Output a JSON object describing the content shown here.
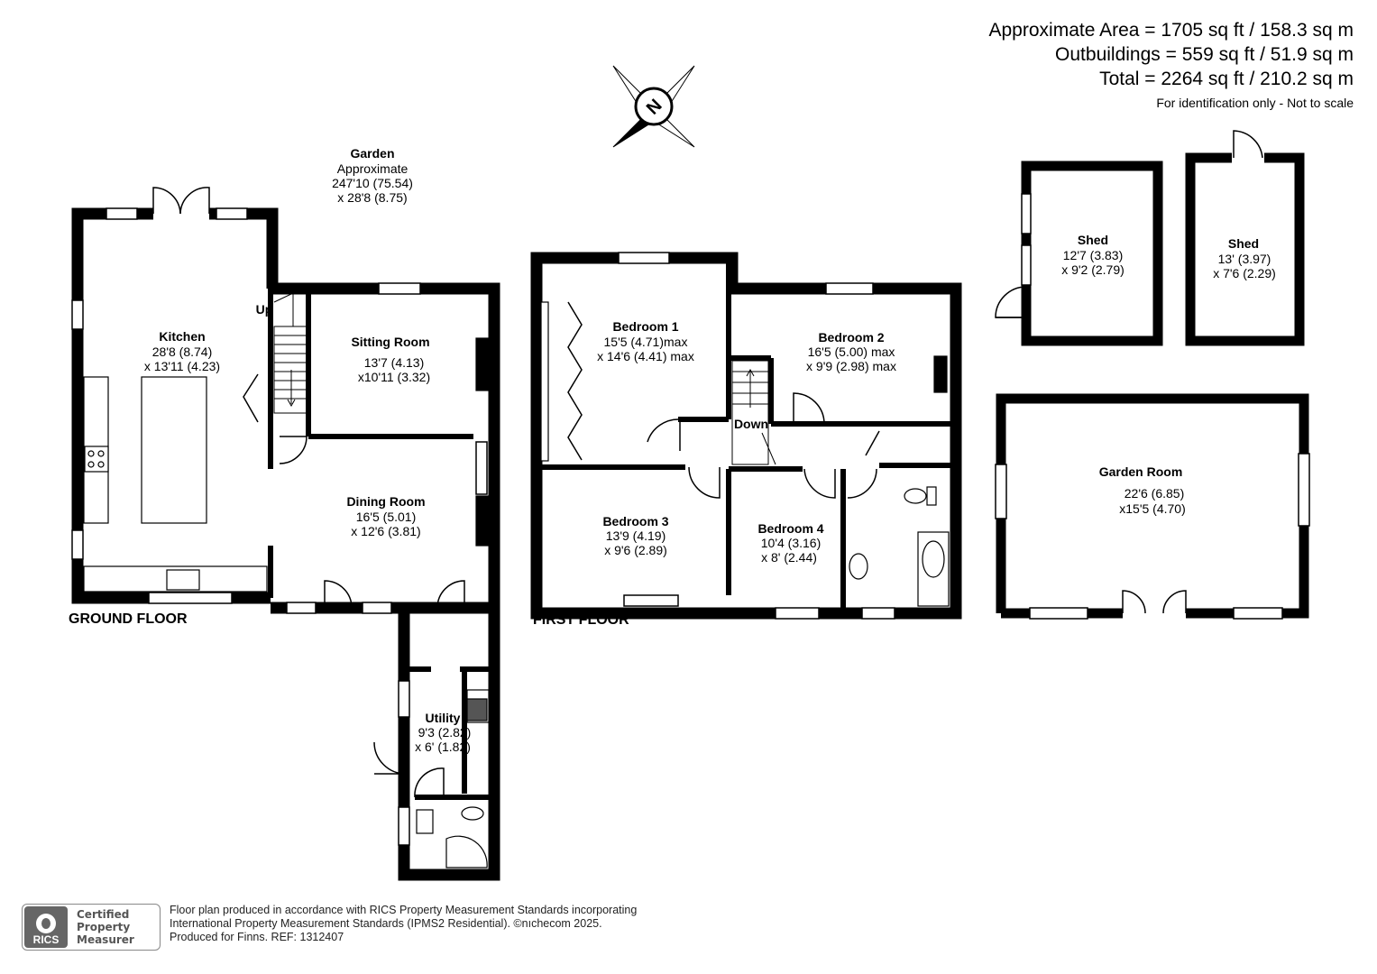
{
  "areas": {
    "approx_area": "Approximate Area = 1705 sq ft / 158.3 sq m",
    "outbuildings": "Outbuildings = 559 sq ft / 51.9 sq m",
    "total": "Total = 2264 sq ft / 210.2 sq m",
    "note": "For identification only - Not to scale"
  },
  "compass": {
    "letter": "N"
  },
  "garden": {
    "name": "Garden",
    "line1": "Approximate",
    "line2": "247'10 (75.54)",
    "line3": "x 28'8 (8.75)"
  },
  "ground_floor": {
    "label": "GROUND FLOOR",
    "kitchen": {
      "name": "Kitchen",
      "dim1": "28'8 (8.74)",
      "dim2": "x 13'11 (4.23)"
    },
    "sitting_room": {
      "name": "Sitting Room",
      "dim1": "13'7 (4.13)",
      "dim2": "x10'11 (3.32)"
    },
    "dining_room": {
      "name": "Dining Room",
      "dim1": "16'5 (5.01)",
      "dim2": "x 12'6 (3.81)"
    },
    "utility": {
      "name": "Utility",
      "dim1": "9'3 (2.82)",
      "dim2": "x 6' (1.82)"
    },
    "stairs_label": "Up"
  },
  "first_floor": {
    "label": "FIRST FLOOR",
    "bedroom1": {
      "name": "Bedroom 1",
      "dim1": "15'5 (4.71)max",
      "dim2": "x 14'6 (4.41) max"
    },
    "bedroom2": {
      "name": "Bedroom 2",
      "dim1": "16'5 (5.00) max",
      "dim2": "x 9'9 (2.98) max"
    },
    "bedroom3": {
      "name": "Bedroom 3",
      "dim1": "13'9 (4.19)",
      "dim2": "x 9'6 (2.89)"
    },
    "bedroom4": {
      "name": "Bedroom 4",
      "dim1": "10'4 (3.16)",
      "dim2": "x 8' (2.44)"
    },
    "stairs_label": "Down"
  },
  "outbuildings_plan": {
    "shed1": {
      "name": "Shed",
      "dim1": "12'7 (3.83)",
      "dim2": "x 9'2 (2.79)"
    },
    "shed2": {
      "name": "Shed",
      "dim1": "13' (3.97)",
      "dim2": "x 7'6 (2.29)"
    },
    "garden_room": {
      "name": "Garden Room",
      "dim1": "22'6 (6.85)",
      "dim2": "x15'5 (4.70)"
    }
  },
  "footer": {
    "line1": "Floor plan produced in accordance with RICS Property Measurement Standards incorporating",
    "line2": "International Property Measurement Standards (IPMS2 Residential).   ©nıchecom 2025.",
    "line3": "Produced for Finns.   REF: 1312407"
  },
  "badge": {
    "logo_text": "RICS",
    "line1": "Certified",
    "line2": "Property",
    "line3": "Measurer"
  },
  "colors": {
    "wall": "#000000",
    "background": "#ffffff",
    "fixture": "#333333"
  }
}
